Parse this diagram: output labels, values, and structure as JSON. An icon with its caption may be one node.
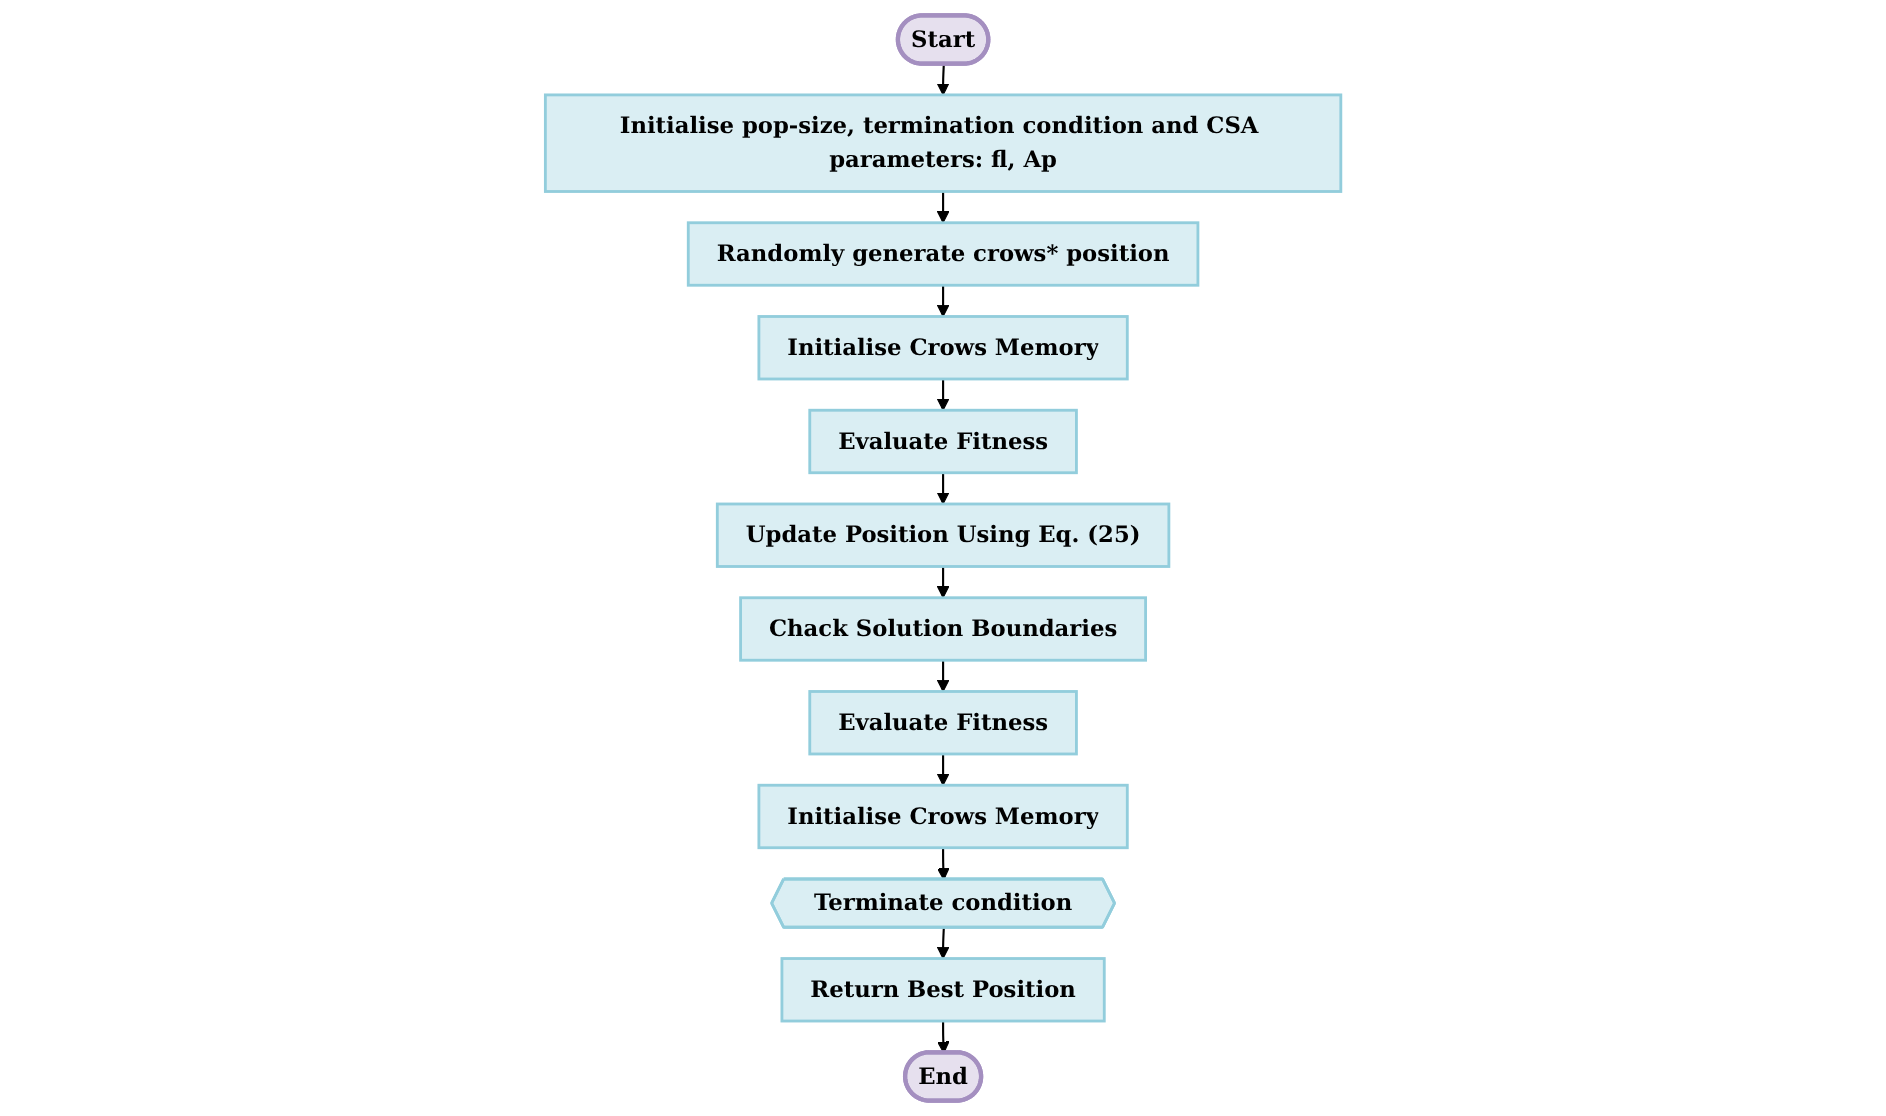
{
  "diagram": {
    "nodes": [
      {
        "text": [
          "Start"
        ]
      },
      {
        "text": [
          "Initialise pop-size, termination condition and CSA parameters: fl, Ap"
        ]
      },
      {
        "text": [
          "Randomly generate crows* position"
        ]
      },
      {
        "text": [
          "Initialise Crows Memory"
        ]
      },
      {
        "text": [
          "Evaluate Fitness"
        ]
      },
      {
        "text": [
          "Update Position Using Eq. (25)"
        ]
      },
      {
        "text": [
          "Chack Solution Boundaries"
        ]
      },
      {
        "text": [
          "Evaluate Fitness"
        ]
      },
      {
        "text": [
          "Initialise Crows Memory"
        ]
      },
      {
        "text": [
          "Terminate condition"
        ]
      },
      {
        "text": [
          "Return Best Position"
        ]
      },
      {
        "text": [
          "End"
        ]
      }
    ],
    "edges": [
      {
        "from": 0,
        "to": 1,
        "arrow": "to"
      },
      {
        "from": 1,
        "to": 2,
        "arrow": "to"
      },
      {
        "from": 2,
        "to": 3,
        "arrow": "to"
      },
      {
        "from": 3,
        "to": 4,
        "arrow": "to"
      },
      {
        "from": 4,
        "to": 5,
        "arrow": "to"
      },
      {
        "from": 5,
        "to": 6,
        "arrow": "to"
      },
      {
        "from": 6,
        "to": 7,
        "arrow": "to"
      },
      {
        "from": 7,
        "to": 8,
        "arrow": "to"
      },
      {
        "from": 8,
        "to": 9,
        "arrow": "to"
      },
      {
        "from": 9,
        "to": 10,
        "arrow": "to"
      },
      {
        "from": 10,
        "to": 11,
        "arrow": "to"
      }
    ]
  }
}
